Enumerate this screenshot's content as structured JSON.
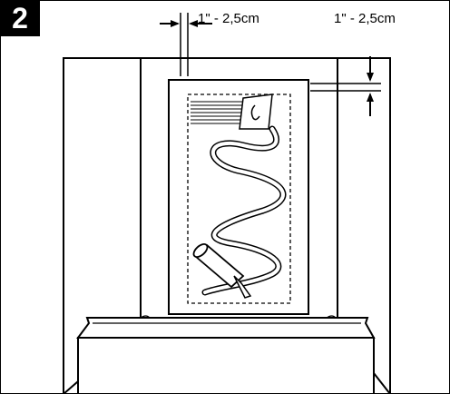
{
  "step": {
    "number": "2"
  },
  "dimensions": {
    "left_gap_label": "1\" - 2,5cm",
    "top_gap_label": "1\" - 2,5cm"
  },
  "illustration": {
    "subject": "tub-wall-panel-with-adhesive-and-trowel",
    "icons": [
      "trowel-icon",
      "caulk-tube-icon",
      "adhesive-bead-icon",
      "bathtub-icon"
    ]
  }
}
